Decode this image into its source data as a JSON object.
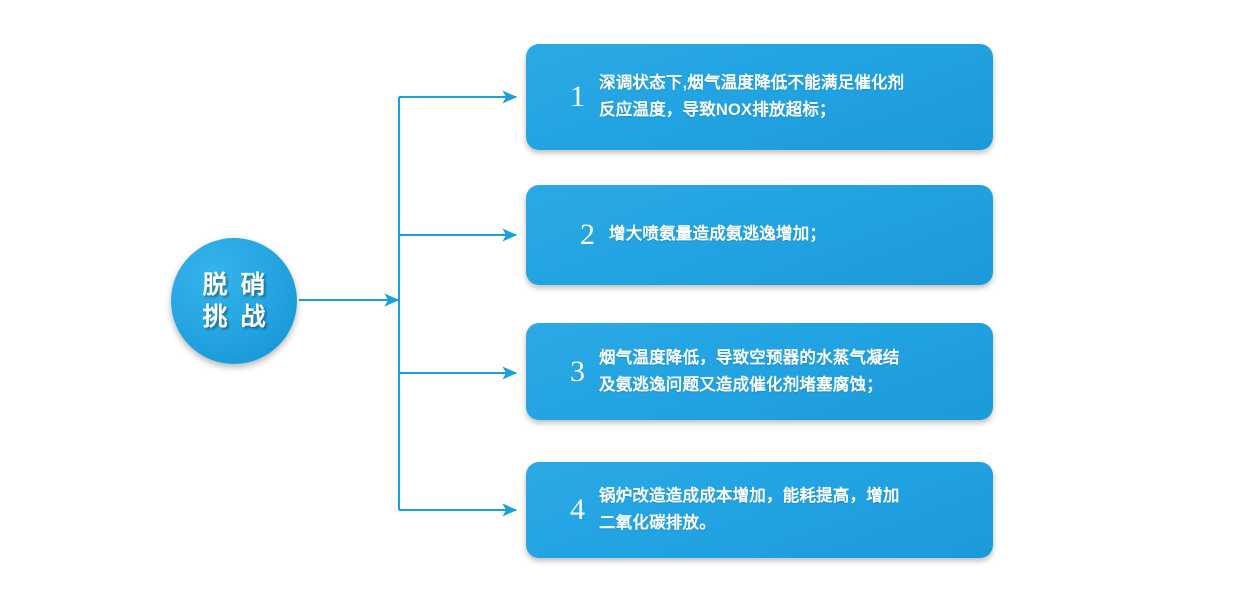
{
  "diagram": {
    "type": "tree-fanout",
    "background_color": "#ffffff",
    "accent_color": "#1ea2e0",
    "connector_color": "#1b9fdd",
    "text_color": "#ffffff"
  },
  "hub": {
    "name": "脱硝挑战",
    "lines": [
      "脱 硝",
      "挑 战"
    ],
    "shape": "circle",
    "fill": "#27a7e3"
  },
  "branches": [
    {
      "number": "1",
      "lines": [
        "深调状态下,烟气温度降低不能满足催化剂",
        "反应温度，导致NOX排放超标；"
      ],
      "text": "深调状态下,烟气温度降低不能满足催化剂反应温度，导致NOX排放超标；"
    },
    {
      "number": "2",
      "lines": [
        "增大喷氨量造成氨逃逸增加；"
      ],
      "text": "增大喷氨量造成氨逃逸增加；"
    },
    {
      "number": "3",
      "lines": [
        "烟气温度降低，导致空预器的水蒸气凝结",
        "及氨逃逸问题又造成催化剂堵塞腐蚀；"
      ],
      "text": "烟气温度降低，导致空预器的水蒸气凝结及氨逃逸问题又造成催化剂堵塞腐蚀；"
    },
    {
      "number": "4",
      "lines": [
        "锅炉改造造成成本增加，能耗提高，增加",
        "二氧化碳排放。"
      ],
      "text": "锅炉改造造成成本增加，能耗提高，增加二氧化碳排放。"
    }
  ]
}
